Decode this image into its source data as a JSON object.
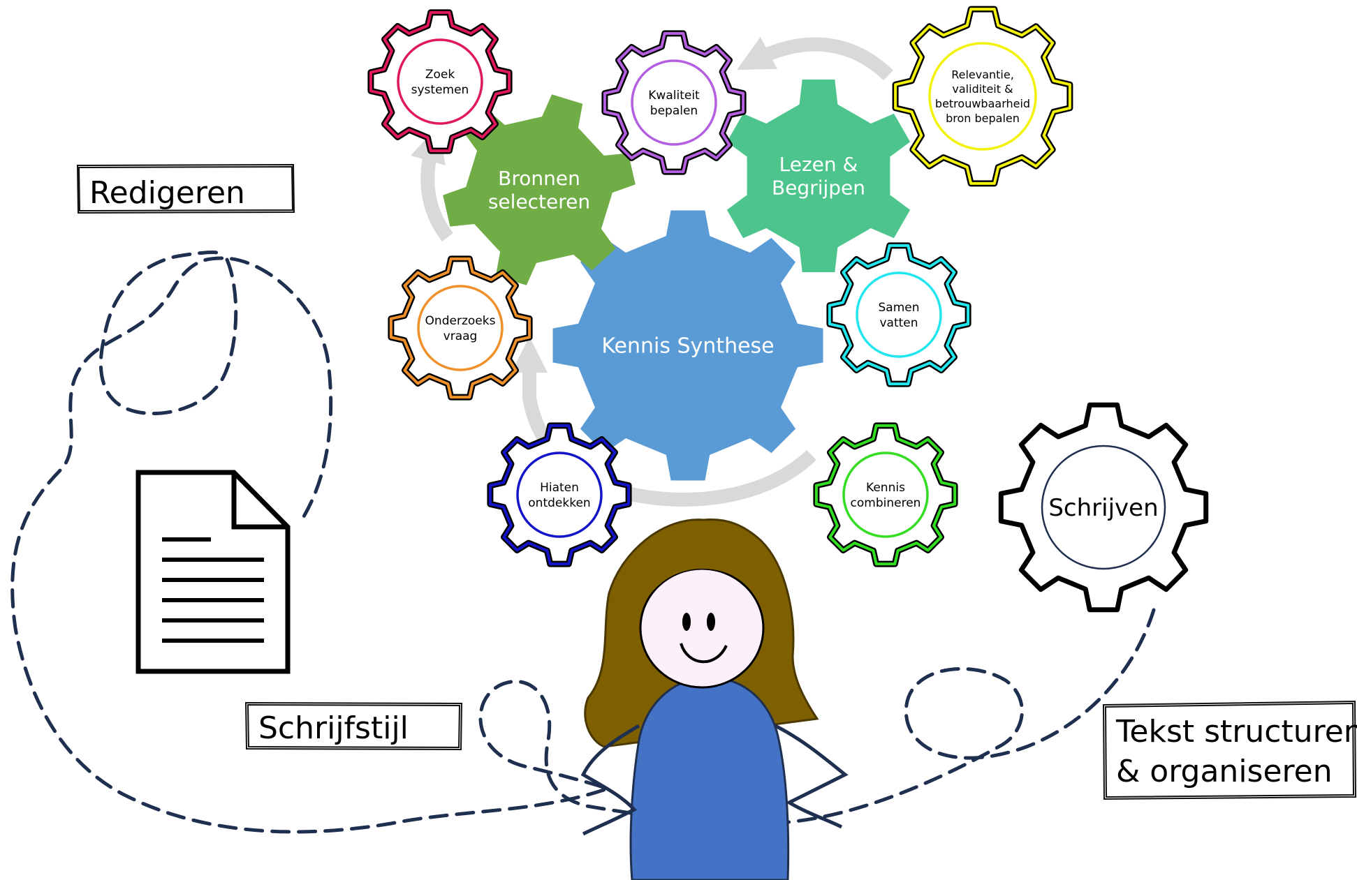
{
  "center": {
    "line1": "Kennis Synthese",
    "color": "#5b9bd5"
  },
  "bronnen": {
    "line1": "Bronnen",
    "line2": "selecteren",
    "color": "#70ad47"
  },
  "lezen": {
    "line1": "Lezen &",
    "line2": "Begrijpen",
    "color": "#4cc48c"
  },
  "small_gears": [
    {
      "id": "zoek",
      "lines": [
        "Zoek",
        "systemen"
      ],
      "color": "#e0185c",
      "icon": "gear-icon"
    },
    {
      "id": "kwaliteit",
      "lines": [
        "Kwaliteit",
        "bepalen"
      ],
      "color": "#b45ee0",
      "icon": "gear-icon"
    },
    {
      "id": "relevantie",
      "lines": [
        "Relevantie,",
        "validiteit &",
        "betrouwbaarheid",
        "bron bepalen"
      ],
      "color": "#f2f20a",
      "icon": "gear-icon"
    },
    {
      "id": "samen",
      "lines": [
        "Samen",
        "vatten"
      ],
      "color": "#22e6ee",
      "icon": "gear-icon"
    },
    {
      "id": "onderzoeks",
      "lines": [
        "Onderzoeks",
        "vraag"
      ],
      "color": "#f0902a",
      "icon": "gear-icon"
    },
    {
      "id": "hiaten",
      "lines": [
        "Hiaten",
        "ontdekken"
      ],
      "color": "#1414c8",
      "icon": "gear-icon"
    },
    {
      "id": "combineren",
      "lines": [
        "Kennis",
        "combineren"
      ],
      "color": "#33dd22",
      "icon": "gear-icon"
    }
  ],
  "schrijven": {
    "label": "Schrijven",
    "color": "#000000"
  },
  "boxes": {
    "redigeren": "Redigeren",
    "schrijfstijl": "Schrijfstijl",
    "tekst_line1": "Tekst structuren",
    "tekst_line2": "& organiseren"
  },
  "colors": {
    "dashed_path": "#1f2f4f",
    "hair": "#7f6000",
    "body": "#4472c4",
    "face": "#fdf0fa",
    "cycle_arrow": "#d9d9d9"
  }
}
